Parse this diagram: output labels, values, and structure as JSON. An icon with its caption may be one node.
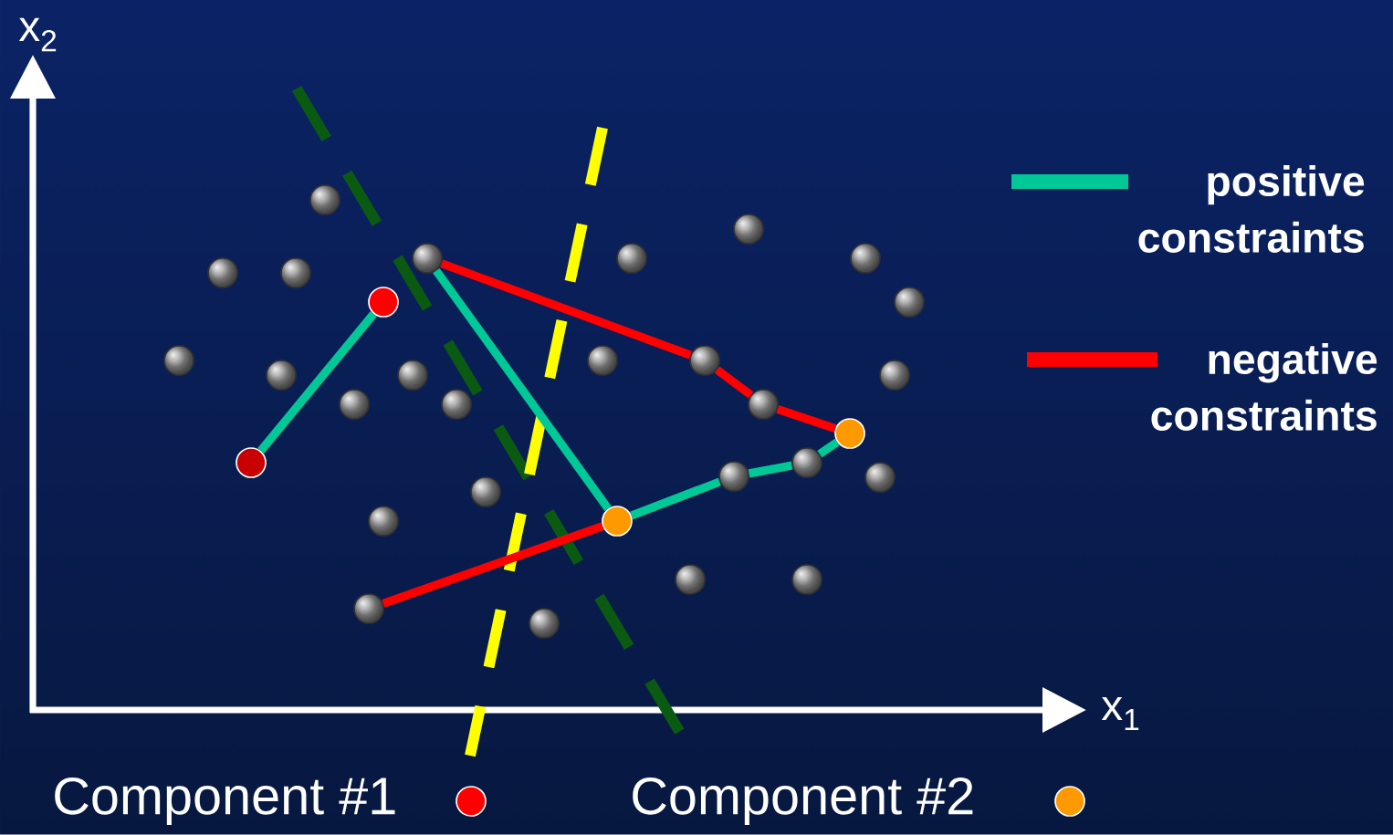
{
  "diagram": {
    "nodes": [
      {
        "text": [],
        "shape": "circle"
      },
      {
        "text": [],
        "shape": "circle"
      },
      {
        "text": [],
        "shape": "circle"
      },
      {
        "text": [],
        "shape": "circle"
      },
      {
        "text": [],
        "shape": "circle"
      },
      {
        "text": [],
        "shape": "circle"
      },
      {
        "text": [],
        "shape": "circle"
      },
      {
        "text": [],
        "shape": "circle"
      },
      {
        "text": [],
        "shape": "circle"
      },
      {
        "text": [],
        "shape": "circle"
      },
      {
        "text": [],
        "shape": "circle"
      },
      {
        "text": [],
        "shape": "circle"
      },
      {
        "text": [],
        "shape": "circle"
      },
      {
        "text": [],
        "shape": "circle"
      },
      {
        "text": [],
        "shape": "circle"
      },
      {
        "text": [],
        "shape": "circle"
      },
      {
        "text": [],
        "shape": "circle"
      },
      {
        "text": [],
        "shape": "circle"
      },
      {
        "text": [],
        "shape": "circle"
      },
      {
        "text": [],
        "shape": "circle"
      },
      {
        "text": [],
        "shape": "circle"
      },
      {
        "text": [],
        "shape": "circle"
      },
      {
        "text": [],
        "shape": "circle"
      },
      {
        "text": [],
        "shape": "circle"
      },
      {
        "text": [],
        "shape": "circle"
      },
      {
        "text": [],
        "shape": "circle"
      },
      {
        "text": [],
        "shape": "circle"
      },
      {
        "text": [],
        "shape": "circle"
      },
      {
        "text": [],
        "shape": "circle"
      },
      {
        "text": [],
        "shape": "circle"
      }
    ],
    "edges": [
      {
        "from": 20,
        "to": 7,
        "arrow": "none"
      },
      {
        "from": 2,
        "to": 25,
        "arrow": "none"
      },
      {
        "from": 25,
        "to": 21,
        "arrow": "none"
      },
      {
        "from": 21,
        "to": 19,
        "arrow": "none"
      },
      {
        "from": 19,
        "to": 18,
        "arrow": "none"
      },
      {
        "from": 2,
        "to": 11,
        "arrow": "none",
        "color": "#ff0000"
      },
      {
        "from": 11,
        "to": 17,
        "arrow": "none",
        "color": "#ff0000"
      },
      {
        "from": 17,
        "to": 18,
        "arrow": "none",
        "color": "#ff0000"
      },
      {
        "from": 28,
        "to": 25,
        "arrow": "none",
        "color": "#ff0000"
      }
    ],
    "labels": [
      "x$_{2}$",
      "x$_{1}$"
    ],
    "legend": [
      {
        "text": "positive constraints"
      },
      {
        "text": "negative constraints"
      },
      {
        "text": "Component #1",
        "color": "#ff0000"
      },
      {
        "text": "Component #2",
        "color": "#ff9900"
      }
    ]
  }
}
